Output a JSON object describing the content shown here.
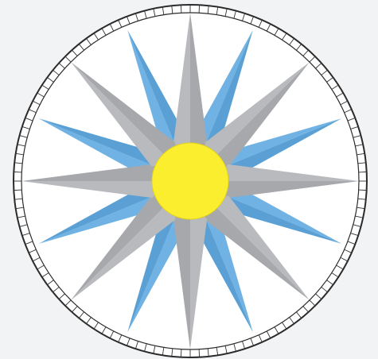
{
  "diagram": {
    "kind": "compass-rose",
    "points_total": 16,
    "primary_points": 8,
    "secondary_points": 8,
    "tick_marks": 120,
    "colors": {
      "background": "#f1f3f5",
      "ring_fill": "#ffffff",
      "ring_stroke": "#2b2b2b",
      "tick": "#333333",
      "primary_point": "#b8babd",
      "primary_point_shade": "#a6a8ab",
      "secondary_point": "#6fb2e3",
      "secondary_point_shade": "#5aa0d4",
      "center_disc": "#fbee2e",
      "center_disc_stroke": "#e3d21a"
    }
  }
}
